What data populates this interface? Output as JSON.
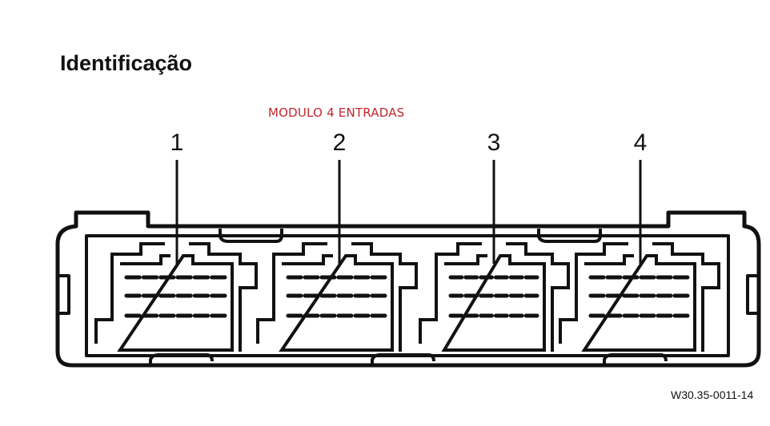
{
  "title": "Identificação",
  "subtitle": "MODULO 4 ENTRADAS",
  "reference": "W30.35-0011-14",
  "modules": [
    {
      "label": "1"
    },
    {
      "label": "2"
    },
    {
      "label": "3"
    },
    {
      "label": "4"
    }
  ],
  "colors": {
    "line": "#111111",
    "subtitle": "#c0282d"
  }
}
